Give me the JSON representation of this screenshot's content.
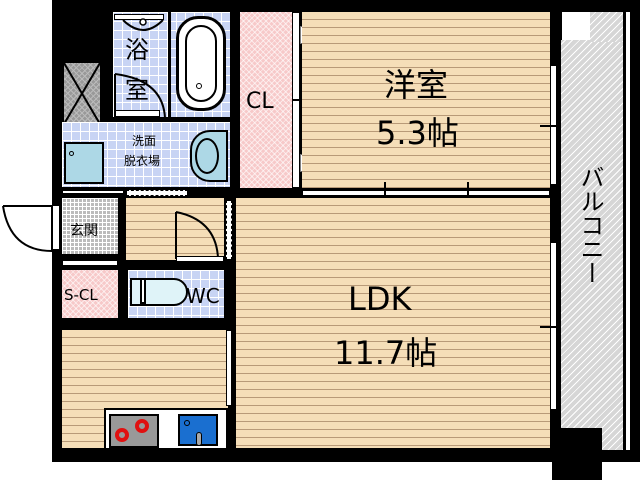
{
  "floorplan": {
    "rooms": {
      "western_room": {
        "name": "洋室",
        "size": "5.3帖"
      },
      "ldk": {
        "name": "LDK",
        "size": "11.7帖"
      },
      "bathroom": {
        "name_line1": "浴",
        "name_line2": "室"
      },
      "washroom": {
        "name_line1": "洗面",
        "name_line2": "脱衣場"
      },
      "closet": {
        "name": "CL"
      },
      "entrance": {
        "name": "玄関"
      },
      "shoe_closet": {
        "name": "S-CL"
      },
      "toilet": {
        "name": "WC"
      },
      "balcony": {
        "name": "バルコニー"
      }
    },
    "colors": {
      "wall": "#000000",
      "floor_wood": "#f5deb8",
      "tile_blue": "#c8d4f4",
      "closet_pink": "#f7c9c9",
      "balcony_gray": "#d6d6d6",
      "stove_burner": "#e01010",
      "sink_blue": "#1a6fd0"
    }
  }
}
